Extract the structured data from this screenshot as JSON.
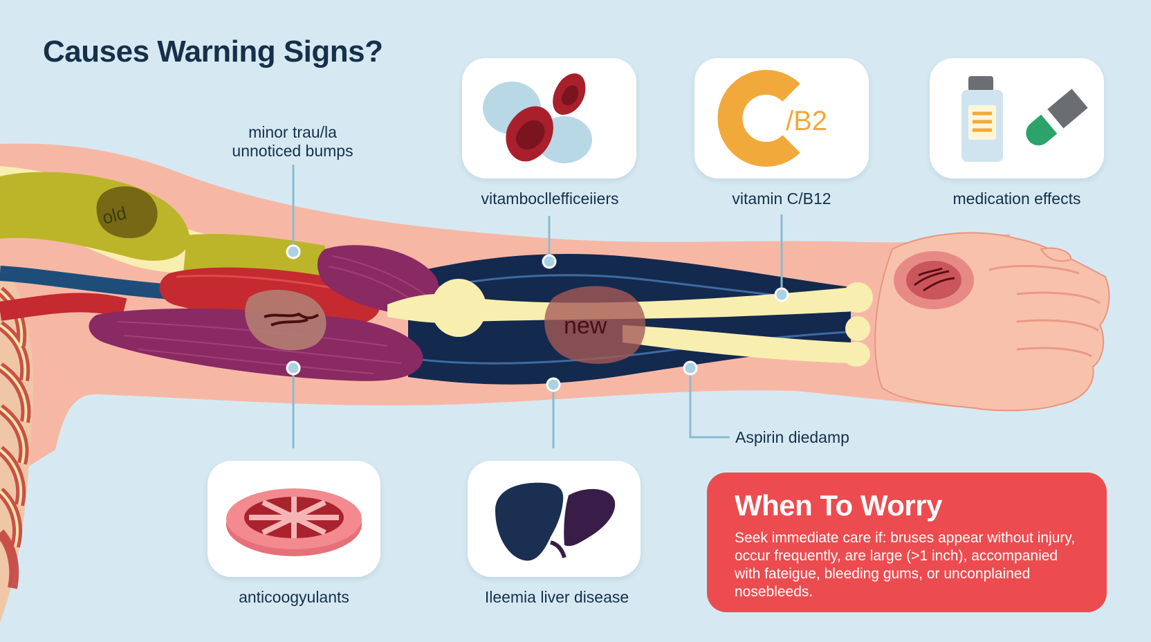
{
  "title": "Causes Warning Signs?",
  "labels": {
    "minor_trauma": [
      "minor trau/la",
      "unnoticed bumps"
    ],
    "vitamin_deficiencies": "vitambocllefficeiiers",
    "vitamin_c_b12": "vitamin C/B12",
    "medication_effects": "medication effects",
    "aspirin": "Aspirin diedamp",
    "anticoagulants": "anticoogyulants",
    "liver_disease": "Ileemia liver disease"
  },
  "bruise_tags": {
    "old": "old",
    "new": "new"
  },
  "vitamin_icon": {
    "big_letter": "C",
    "suffix": "/B2"
  },
  "warning": {
    "title": "When To Worry",
    "body": "Seek immediate care if: bruses appear without injury, occur frequently, are large (>1 inch), accompanied with fateigue, bleeding gums, or unconplained nosebleeds."
  },
  "colors": {
    "background": "#d6e9f2",
    "title_text": "#16304a",
    "warning_box": "#ec4c4f",
    "skin": "#f6b8a5",
    "vein": "#14294e",
    "bone": "#f8eeb0",
    "muscle": "#8a2a63",
    "accent_orange": "#f2a93b"
  },
  "icons": {
    "minor_trauma": "blood-cells-icon",
    "vitamin": "vitamin-c-icon",
    "medication": "medicine-bottle-and-capsule-icon",
    "anticoagulants": "blood-vessel-cross-section-icon",
    "liver": "liver-icon"
  }
}
